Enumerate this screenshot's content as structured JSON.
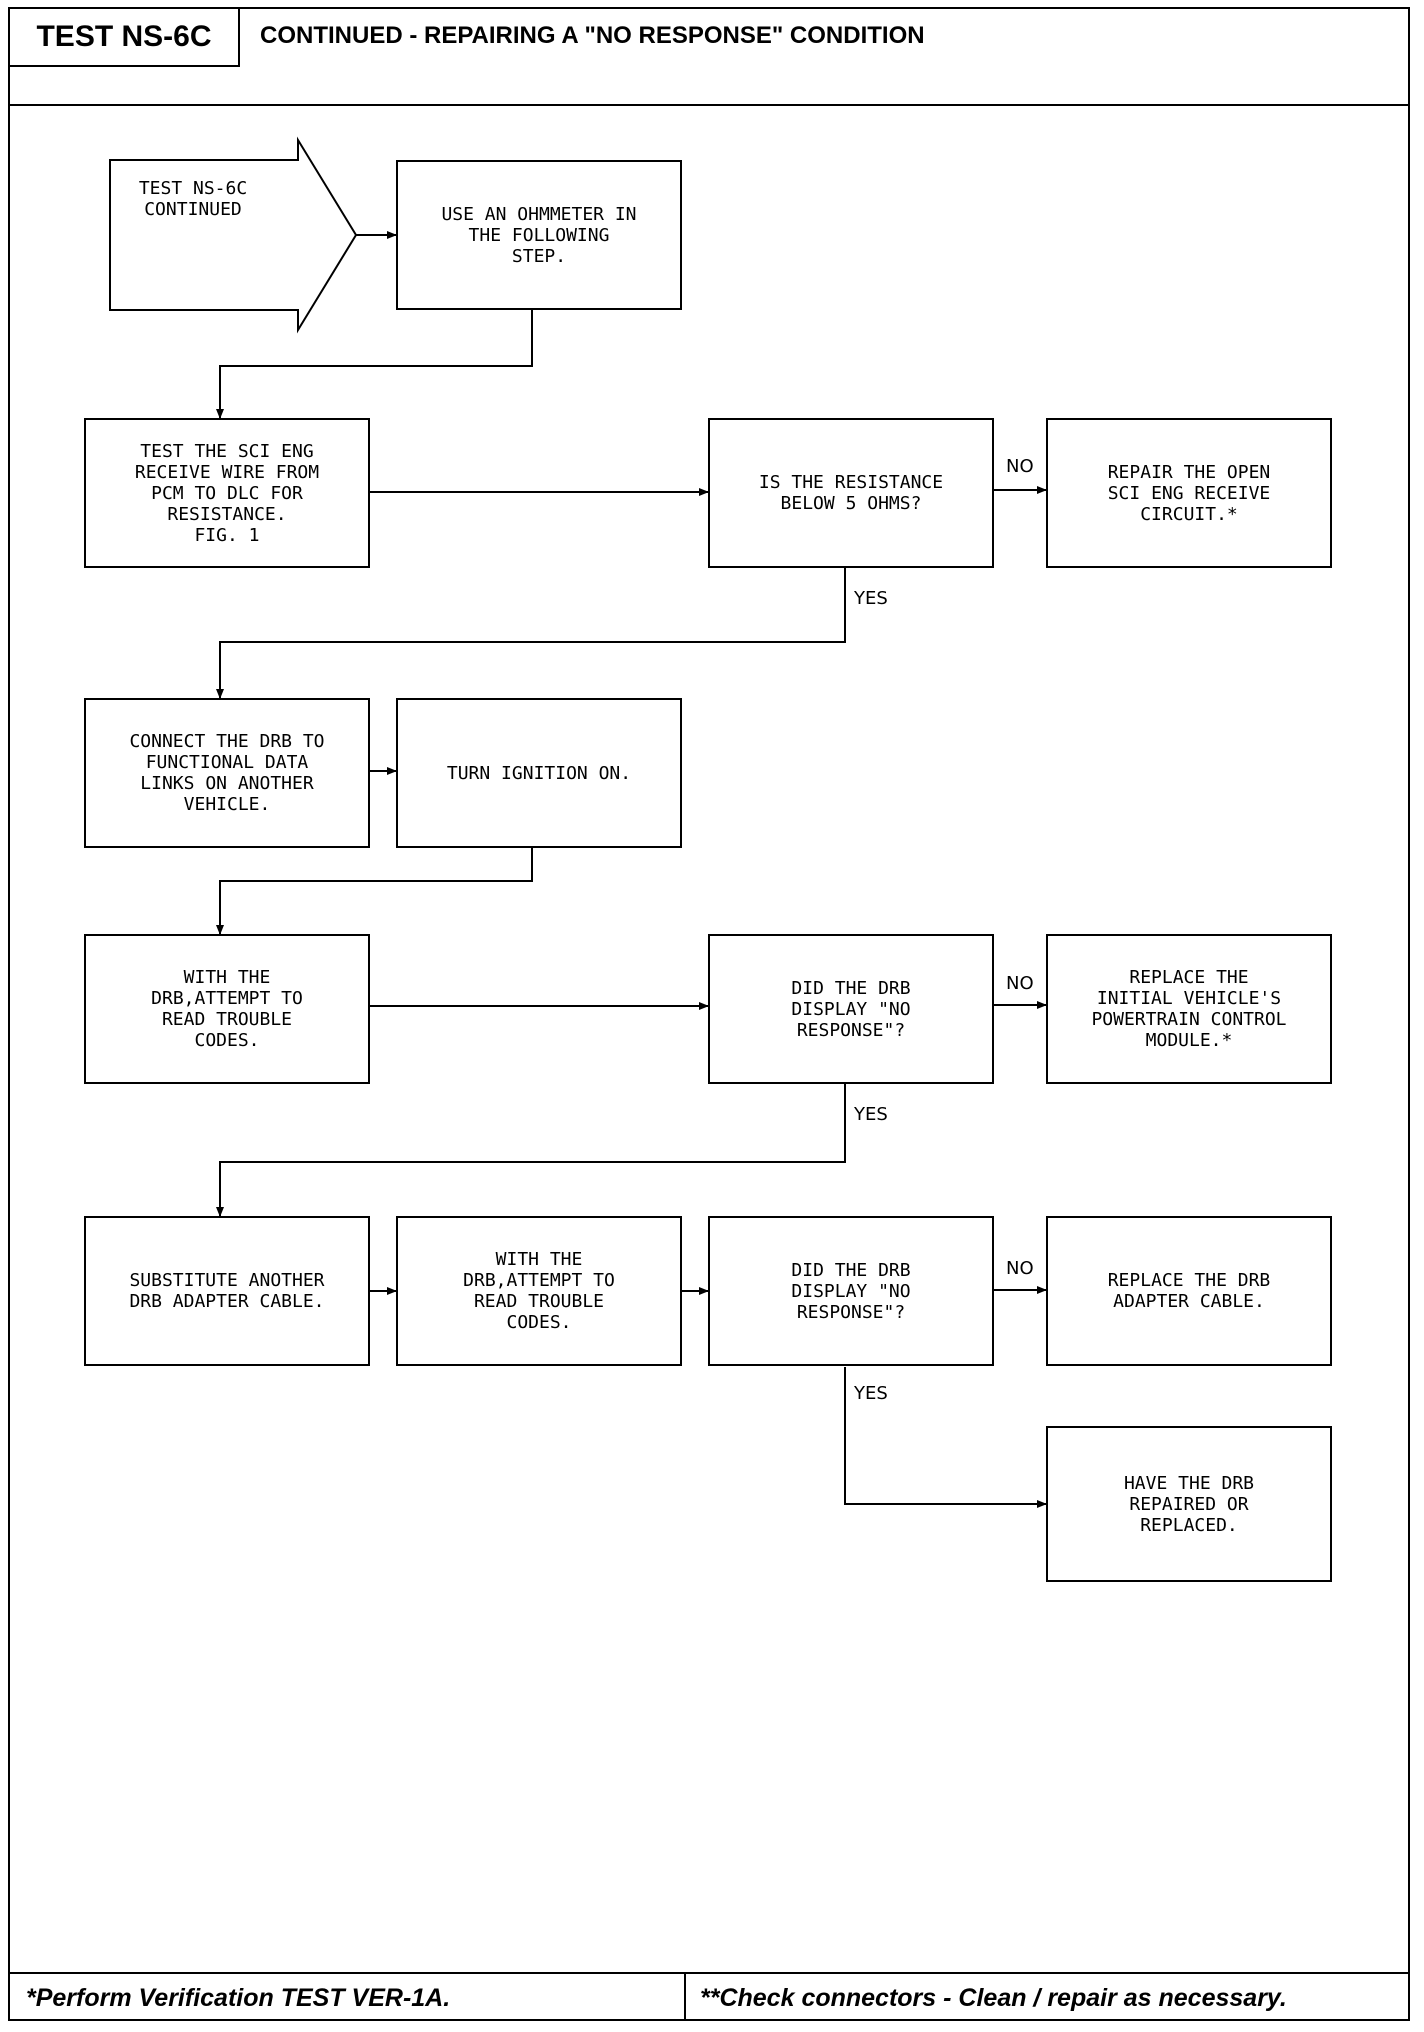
{
  "header": {
    "test_id": "TEST NS-6C",
    "title": "CONTINUED - REPAIRING A \"NO RESPONSE\" CONDITION"
  },
  "flow": {
    "start": "TEST NS-6C\nCONTINUED",
    "ohmmeter": "USE AN OHMMETER IN\nTHE FOLLOWING\nSTEP.",
    "test_sci": "TEST THE SCI ENG\nRECEIVE WIRE FROM\nPCM TO DLC FOR\nRESISTANCE.\nFIG. 1",
    "q_resistance": "IS THE RESISTANCE\nBELOW 5 OHMS?",
    "repair_open": "REPAIR THE OPEN\nSCI ENG RECEIVE\nCIRCUIT.*",
    "connect_drb": "CONNECT THE DRB TO\nFUNCTIONAL DATA\nLINKS ON ANOTHER\nVEHICLE.",
    "ignition_on": "TURN IGNITION ON.",
    "attempt_read_1": "WITH THE\nDRB,ATTEMPT TO\nREAD TROUBLE\nCODES.",
    "q_display_1": "DID THE DRB\nDISPLAY \"NO\nRESPONSE\"?",
    "replace_pcm": "REPLACE THE\nINITIAL VEHICLE'S\nPOWERTRAIN CONTROL\nMODULE.*",
    "substitute_cable": "SUBSTITUTE ANOTHER\nDRB ADAPTER CABLE.",
    "attempt_read_2": "WITH THE\nDRB,ATTEMPT TO\nREAD TROUBLE\nCODES.",
    "q_display_2": "DID THE DRB\nDISPLAY \"NO\nRESPONSE\"?",
    "replace_cable": "REPLACE THE DRB\nADAPTER CABLE.",
    "repair_drb": "HAVE THE DRB\nREPAIRED OR\nREPLACED."
  },
  "labels": {
    "no": "NO",
    "yes": "YES"
  },
  "footer": {
    "left": "*Perform Verification TEST VER-1A.",
    "right": "**Check connectors - Clean / repair as necessary."
  }
}
